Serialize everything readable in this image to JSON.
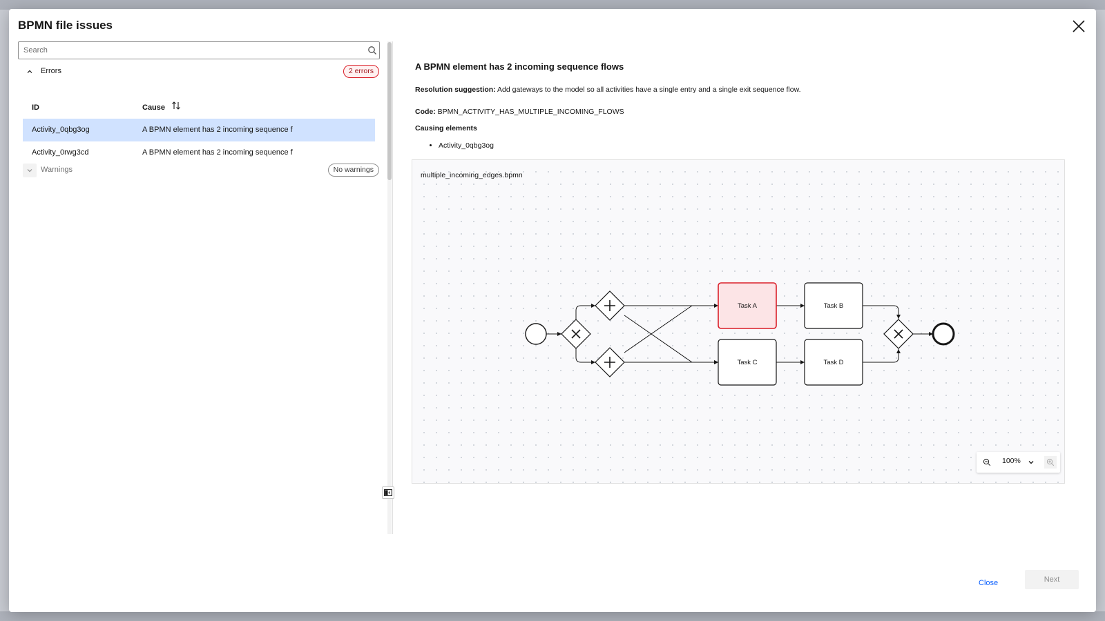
{
  "modal": {
    "title": "BPMN file issues"
  },
  "search": {
    "placeholder": "Search"
  },
  "errors_section": {
    "label": "Errors",
    "badge": "2 errors"
  },
  "warnings_section": {
    "label": "Warnings",
    "badge": "No warnings"
  },
  "table": {
    "columns": {
      "id": "ID",
      "cause": "Cause"
    },
    "rows": [
      {
        "id": "Activity_0qbg3og",
        "cause": "A BPMN element has 2 incoming sequence f",
        "selected": true
      },
      {
        "id": "Activity_0rwg3cd",
        "cause": "A BPMN element has 2 incoming sequence f",
        "selected": false
      }
    ]
  },
  "detail": {
    "title": "A BPMN element has 2 incoming sequence flows",
    "resolution_label": "Resolution suggestion:",
    "resolution_text": "Add gateways to the model so all activities have a single entry and a single exit sequence flow.",
    "code_label": "Code:",
    "code_value": "BPMN_ACTIVITY_HAS_MULTIPLE_INCOMING_FLOWS",
    "causing_label": "Causing elements",
    "causing_items": [
      "Activity_0qbg3og"
    ]
  },
  "canvas": {
    "file_name": "multiple_incoming_edges.bpmn",
    "tasks": {
      "a": "Task A",
      "b": "Task B",
      "c": "Task C",
      "d": "Task D"
    },
    "highlight_color": "#da1e28",
    "zoom": "100%"
  },
  "footer": {
    "close_label": "Close",
    "next_label": "Next"
  }
}
